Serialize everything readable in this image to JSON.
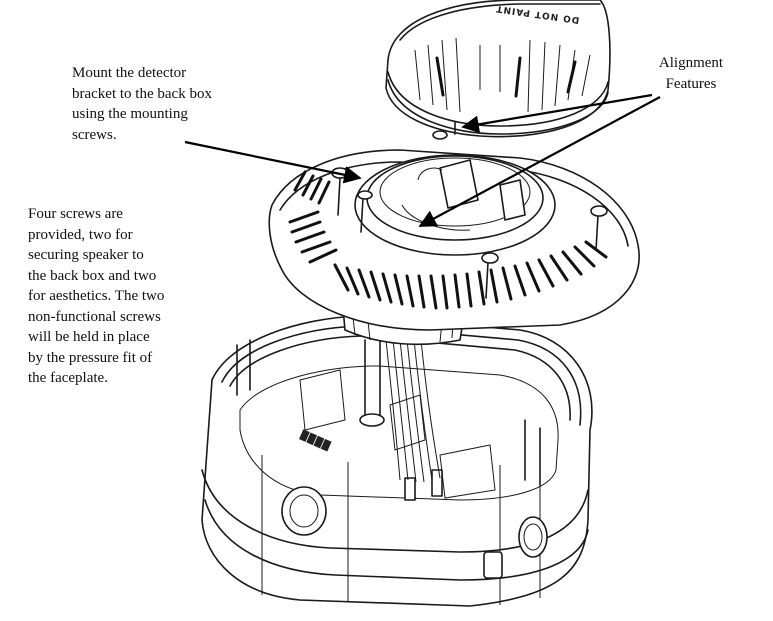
{
  "annotations": {
    "mount": "Mount the detector\nbracket to the back box\nusing the mounting\nscrews.",
    "alignment": "Alignment\nFeatures",
    "screws": "Four screws are\nprovided, two for\nsecuring speaker to\nthe back box and two\nfor aesthetics. The two\nnon-functional screws\nwill be held in place\nby the pressure fit of\nthe faceplate."
  },
  "detector_stamp": "DO NOT PAINT"
}
